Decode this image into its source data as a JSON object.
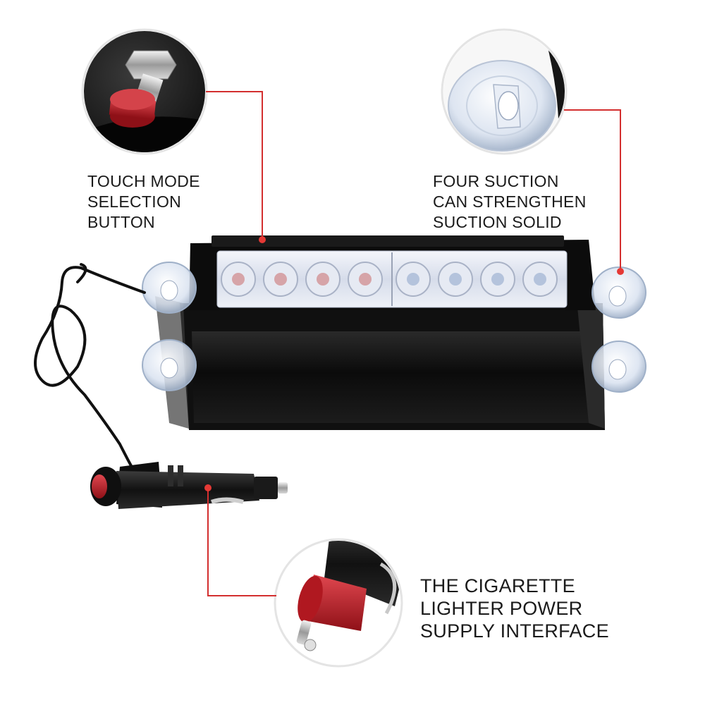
{
  "callouts": {
    "button": {
      "lines": [
        "TOUCH MODE",
        "SELECTION",
        "BUTTON"
      ]
    },
    "suction": {
      "lines": [
        "FOUR SUCTION",
        "CAN STRENGTHEN",
        "SUCTION SOLID"
      ]
    },
    "lighter": {
      "lines": [
        "THE CIGARETTE",
        "LIGHTER POWER",
        "SUPPLY INTERFACE"
      ]
    }
  },
  "colors": {
    "leader_line": "#d32f2f",
    "housing": "#141414",
    "led_lens": "#dde3ef",
    "plug_red": "#c0202a"
  },
  "led_count": 8,
  "icons": [
    "push-button-icon",
    "suction-cup-icon",
    "cigarette-plug-icon"
  ]
}
